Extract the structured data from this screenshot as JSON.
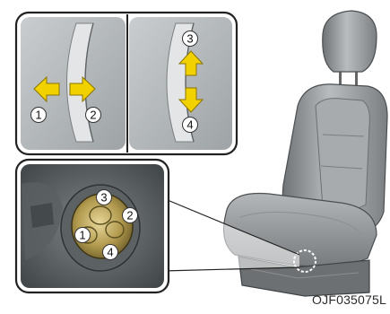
{
  "figure_code": "OJF035075L",
  "panel_left": {
    "labels": [
      "1",
      "2"
    ],
    "arrow_color": "#f2d100"
  },
  "panel_right": {
    "labels": [
      "3",
      "4"
    ],
    "arrow_color": "#f2d100"
  },
  "switch_inset": {
    "labels": [
      "3",
      "2",
      "1",
      "4"
    ]
  },
  "icons": {
    "arrow_left": "arrow-left-icon",
    "arrow_right": "arrow-right-icon",
    "arrow_up": "arrow-up-icon",
    "arrow_down": "arrow-down-icon"
  }
}
